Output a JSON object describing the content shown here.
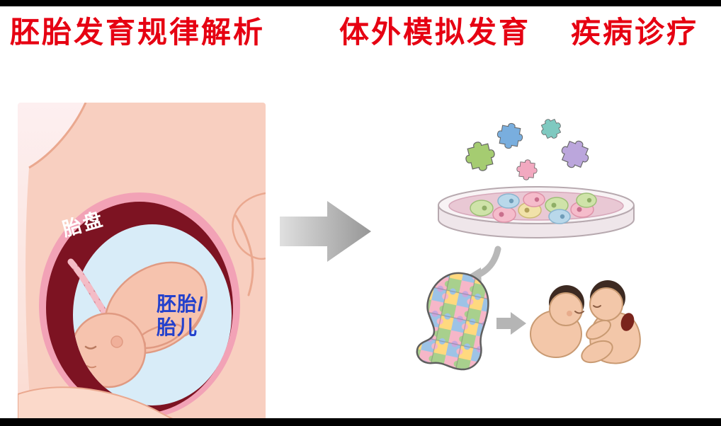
{
  "titles": {
    "left": "胚胎发育规律解析",
    "center": "体外模拟发育",
    "right": "疾病诊疗"
  },
  "labels": {
    "placenta": "胎盘",
    "embryo_line1": "胚胎/",
    "embryo_line2": "胎儿"
  },
  "icons": {
    "flow": [
      "arrow-right-icon",
      "arrow-down-curve-icon",
      "arrow-right-small-icon"
    ],
    "puzzle_pieces": [
      "puzzle-piece-green",
      "puzzle-piece-blue",
      "puzzle-piece-teal",
      "puzzle-piece-pink",
      "puzzle-piece-purple"
    ]
  },
  "colors": {
    "title_red": "#e60012",
    "label_blue": "#2441cc",
    "placenta_maroon": "#7d1322",
    "uterus_pink": "#f2a2b6",
    "amniotic_blue": "#d8ecf8",
    "skin": "#f8cfc0",
    "arrow_gray": "#b3b3b3",
    "disease_spot": "#7a241c"
  }
}
